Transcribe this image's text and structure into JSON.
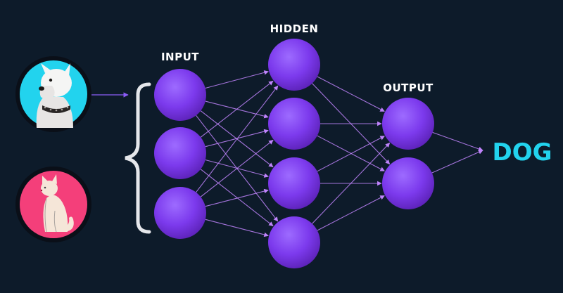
{
  "colors": {
    "background": "#0d1b2a",
    "connection": "#c084fc",
    "neuron_center": "#8b5cf6",
    "neuron_edge": "#5b21b6",
    "bracket": "#e5e7eb",
    "result": "#22d3ee",
    "dog_circle": "#22d3ee",
    "cat_circle": "#f43f7a"
  },
  "layers": {
    "input": {
      "label": "INPUT",
      "count": 3
    },
    "hidden": {
      "label": "HIDDEN",
      "count": 4
    },
    "output": {
      "label": "OUTPUT",
      "count": 2
    }
  },
  "result": "DOG",
  "images": [
    {
      "name": "dog-image",
      "icon": "dog-icon"
    },
    {
      "name": "cat-image",
      "icon": "cat-icon"
    }
  ]
}
